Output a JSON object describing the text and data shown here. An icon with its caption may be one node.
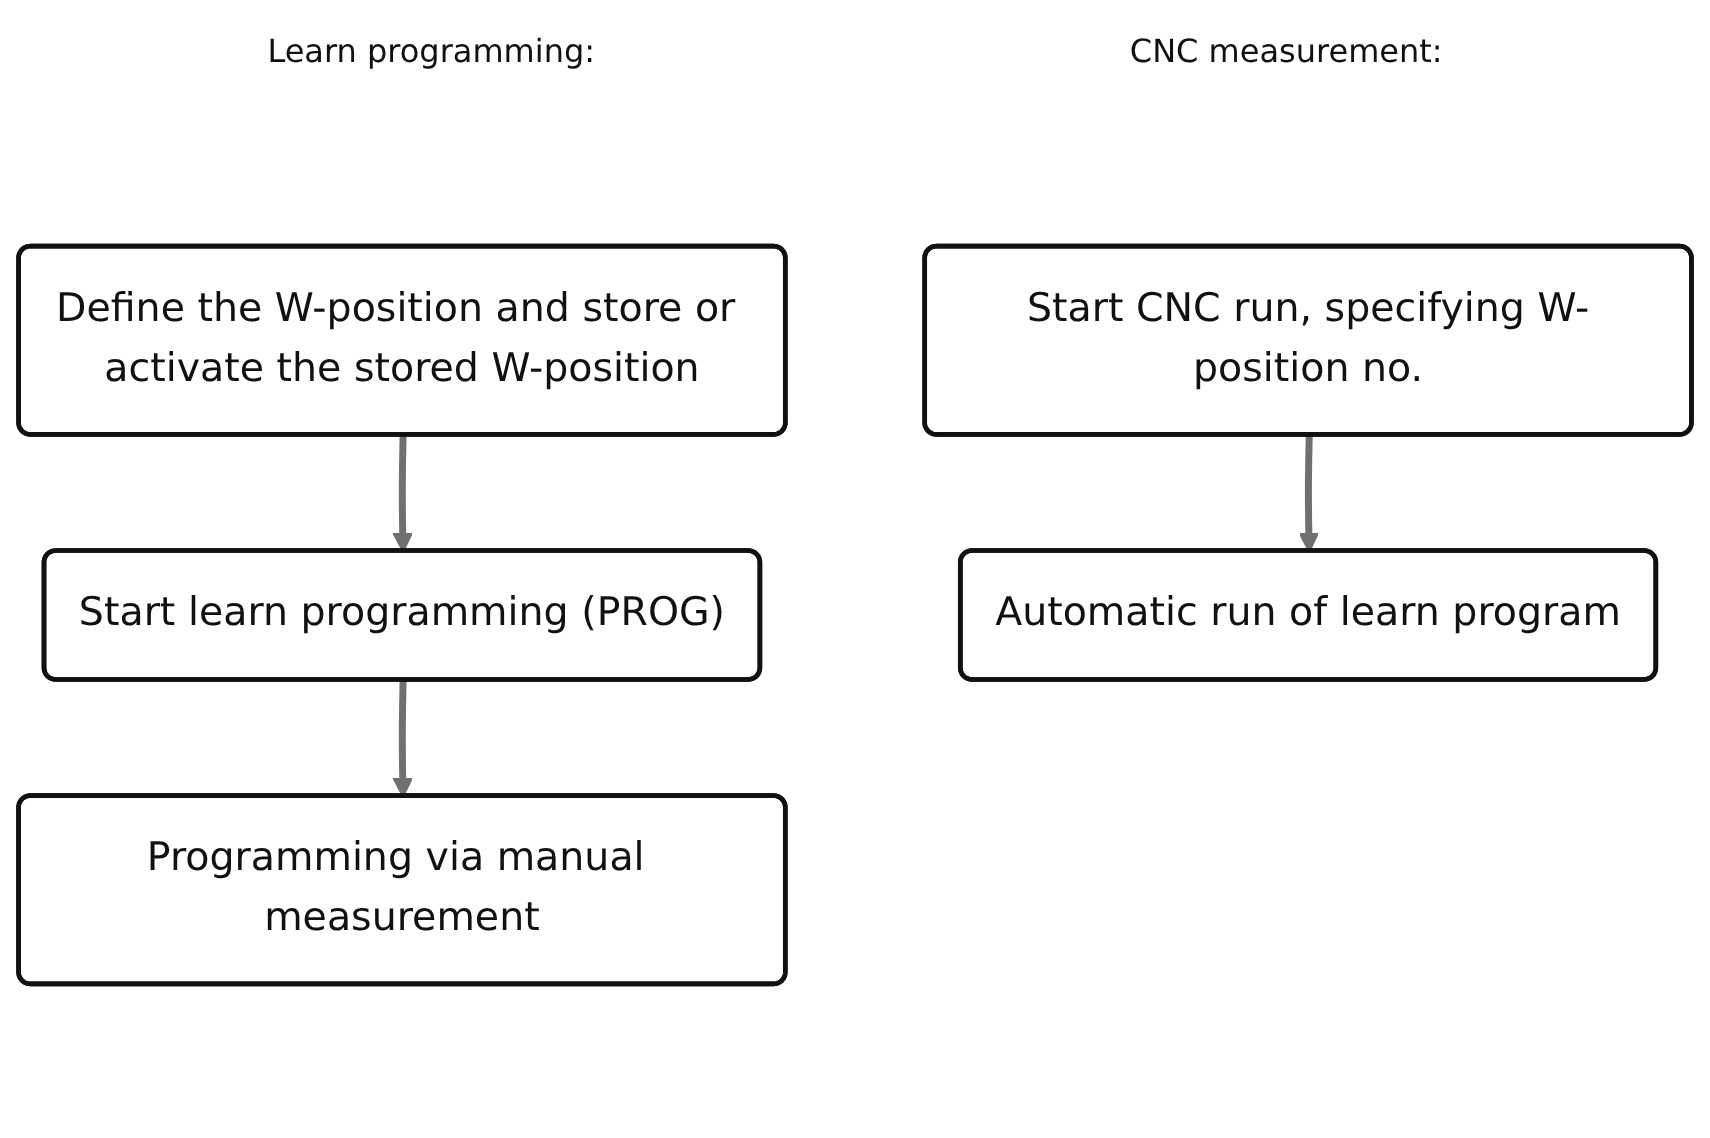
{
  "diagram": {
    "nodes": [
      {
        "text": [
          "Define the W-position and store or activate the stored W-position"
        ]
      },
      {
        "text": [
          "Start learn programming (PROG)"
        ]
      },
      {
        "text": [
          "Programming via manual measurement"
        ]
      },
      {
        "text": [
          "Start CNC run, specifying W-position no."
        ]
      },
      {
        "text": [
          "Automatic run of learn program"
        ]
      }
    ],
    "edges": [
      {
        "from": 0,
        "to": 1,
        "arrow": "to"
      },
      {
        "from": 1,
        "to": 2,
        "arrow": "to"
      },
      {
        "from": 3,
        "to": 4,
        "arrow": "to"
      }
    ],
    "labels": [
      "Learn programming:",
      "CNC measurement:"
    ]
  }
}
